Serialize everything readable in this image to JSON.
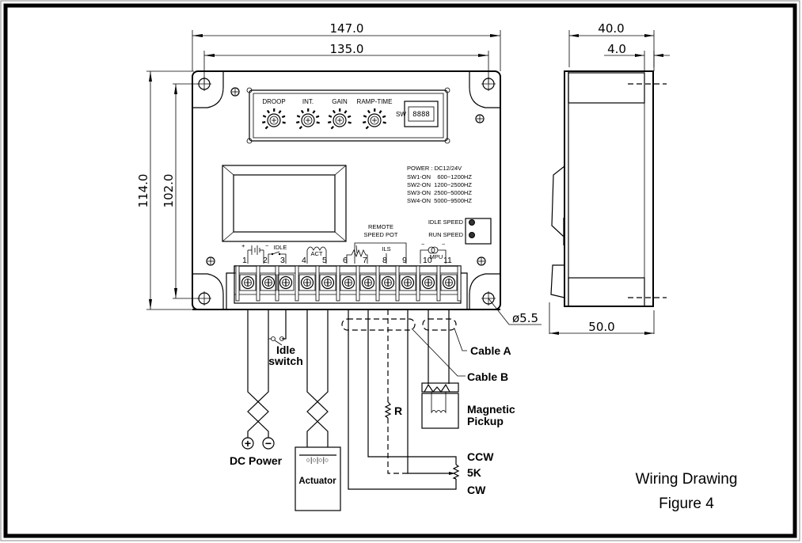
{
  "dimensions": {
    "overall_width": "147.0",
    "hole_spacing_width": "135.0",
    "overall_height": "114.0",
    "hole_spacing_height": "102.0",
    "side_depth": "40.0",
    "side_lip": "4.0",
    "side_total": "50.0",
    "hole_diameter": "ø5.5"
  },
  "front_panel": {
    "pots": [
      "DROOP",
      "INT.",
      "GAIN",
      "RAMP-TIME"
    ],
    "switch_label": "SW",
    "switch_digits": "8888",
    "specs": [
      "POWER : DC12/24V",
      "SW1-ON    600~1200HZ",
      "SW2-ON  1200~2500HZ",
      "SW3-ON  2500~5000HZ",
      "SW4-ON  5000~9500HZ"
    ],
    "idle_speed": "IDLE SPEED",
    "run_speed": "RUN SPEED",
    "remote_pot_line1": "REMOTE",
    "remote_pot_line2": "SPEED POT",
    "ils": "ILS",
    "idle": "IDLE",
    "act": "ACT",
    "mpu": "MPU",
    "plus": "+",
    "minus": "−",
    "tilde": "~",
    "terminals": [
      "1",
      "2",
      "3",
      "4",
      "5",
      "6",
      "7",
      "8",
      "9",
      "10",
      "11"
    ]
  },
  "wiring": {
    "idle_switch_line1": "Idle",
    "idle_switch_line2": "switch",
    "dc_power": "DC Power",
    "dc_plus": "+",
    "dc_minus": "−",
    "actuator": "Actuator",
    "cable_a": "Cable A",
    "cable_b": "Cable B",
    "resistor": "R",
    "magnetic_line1": "Magnetic",
    "magnetic_line2": "Pickup",
    "ccw": "CCW",
    "pot_value": "5K",
    "cw": "CW"
  },
  "caption": {
    "line1": "Wiring Drawing",
    "line2": "Figure 4"
  }
}
